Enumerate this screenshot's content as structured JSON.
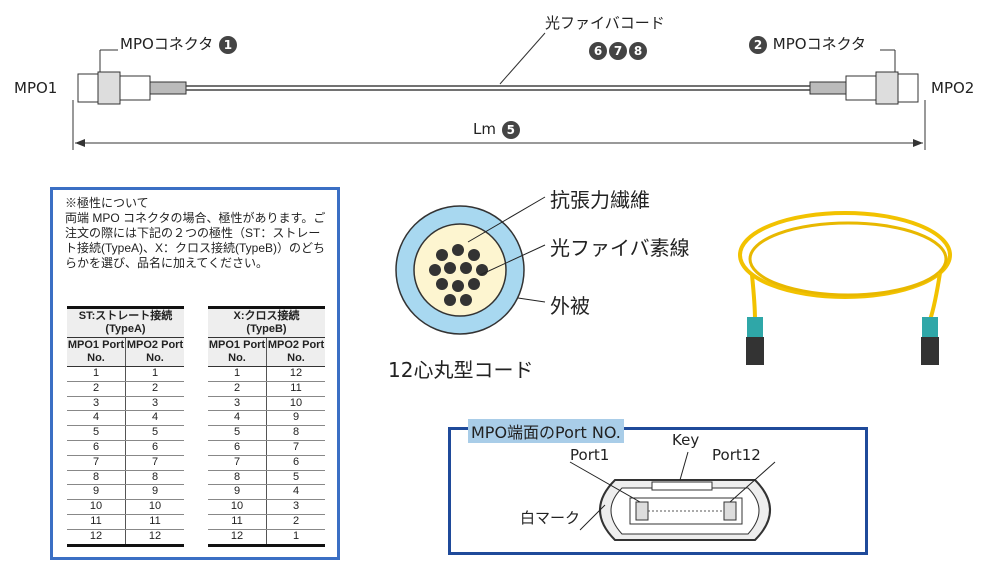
{
  "cable": {
    "left_end": "MPO1",
    "right_end": "MPO2",
    "left_connector": "MPOコネクタ",
    "left_connector_num": "1",
    "right_connector": "MPOコネクタ",
    "right_connector_num": "2",
    "fiber_label": "光ファイバコード",
    "fiber_nums": [
      "6",
      "7",
      "8"
    ],
    "length_label": "Lm",
    "length_num": "5"
  },
  "polarity": {
    "title": "※極性について",
    "body": "両端 MPO コネクタの場合、極性があります。ご注文の際には下記の２つの極性（ST：ストレート接続(TypeA)、X：クロス接続(TypeB)）のどちらかを選び、品名に加えてください。",
    "table_a": {
      "title1": "ST:ストレート接続",
      "title2": "(TypeA)",
      "col1": "MPO1 Port No.",
      "col2": "MPO2 Port No.",
      "rows": [
        [
          1,
          1
        ],
        [
          2,
          2
        ],
        [
          3,
          3
        ],
        [
          4,
          4
        ],
        [
          5,
          5
        ],
        [
          6,
          6
        ],
        [
          7,
          7
        ],
        [
          8,
          8
        ],
        [
          9,
          9
        ],
        [
          10,
          10
        ],
        [
          11,
          11
        ],
        [
          12,
          12
        ]
      ]
    },
    "table_b": {
      "title1": "X:クロス接続",
      "title2": "(TypeB)",
      "col1": "MPO1 Port No.",
      "col2": "MPO2 Port No.",
      "rows": [
        [
          1,
          12
        ],
        [
          2,
          11
        ],
        [
          3,
          10
        ],
        [
          4,
          9
        ],
        [
          5,
          8
        ],
        [
          6,
          7
        ],
        [
          7,
          6
        ],
        [
          8,
          5
        ],
        [
          9,
          4
        ],
        [
          10,
          3
        ],
        [
          11,
          2
        ],
        [
          12,
          1
        ]
      ]
    }
  },
  "cross_section": {
    "tensile": "抗張力繊維",
    "fiber": "光ファイバ素線",
    "jacket": "外被",
    "caption": "12心丸型コード"
  },
  "port": {
    "title": "MPO端面のPort NO.",
    "key": "Key",
    "port1": "Port1",
    "port12": "Port12",
    "white_mark": "白マーク"
  },
  "colors": {
    "box_border": "#3b6fc4",
    "jacket": "#a8d8f0",
    "core": "#fdf5d0",
    "cable_yellow": "#f2c200",
    "connector_teal": "#2fa7a8"
  }
}
